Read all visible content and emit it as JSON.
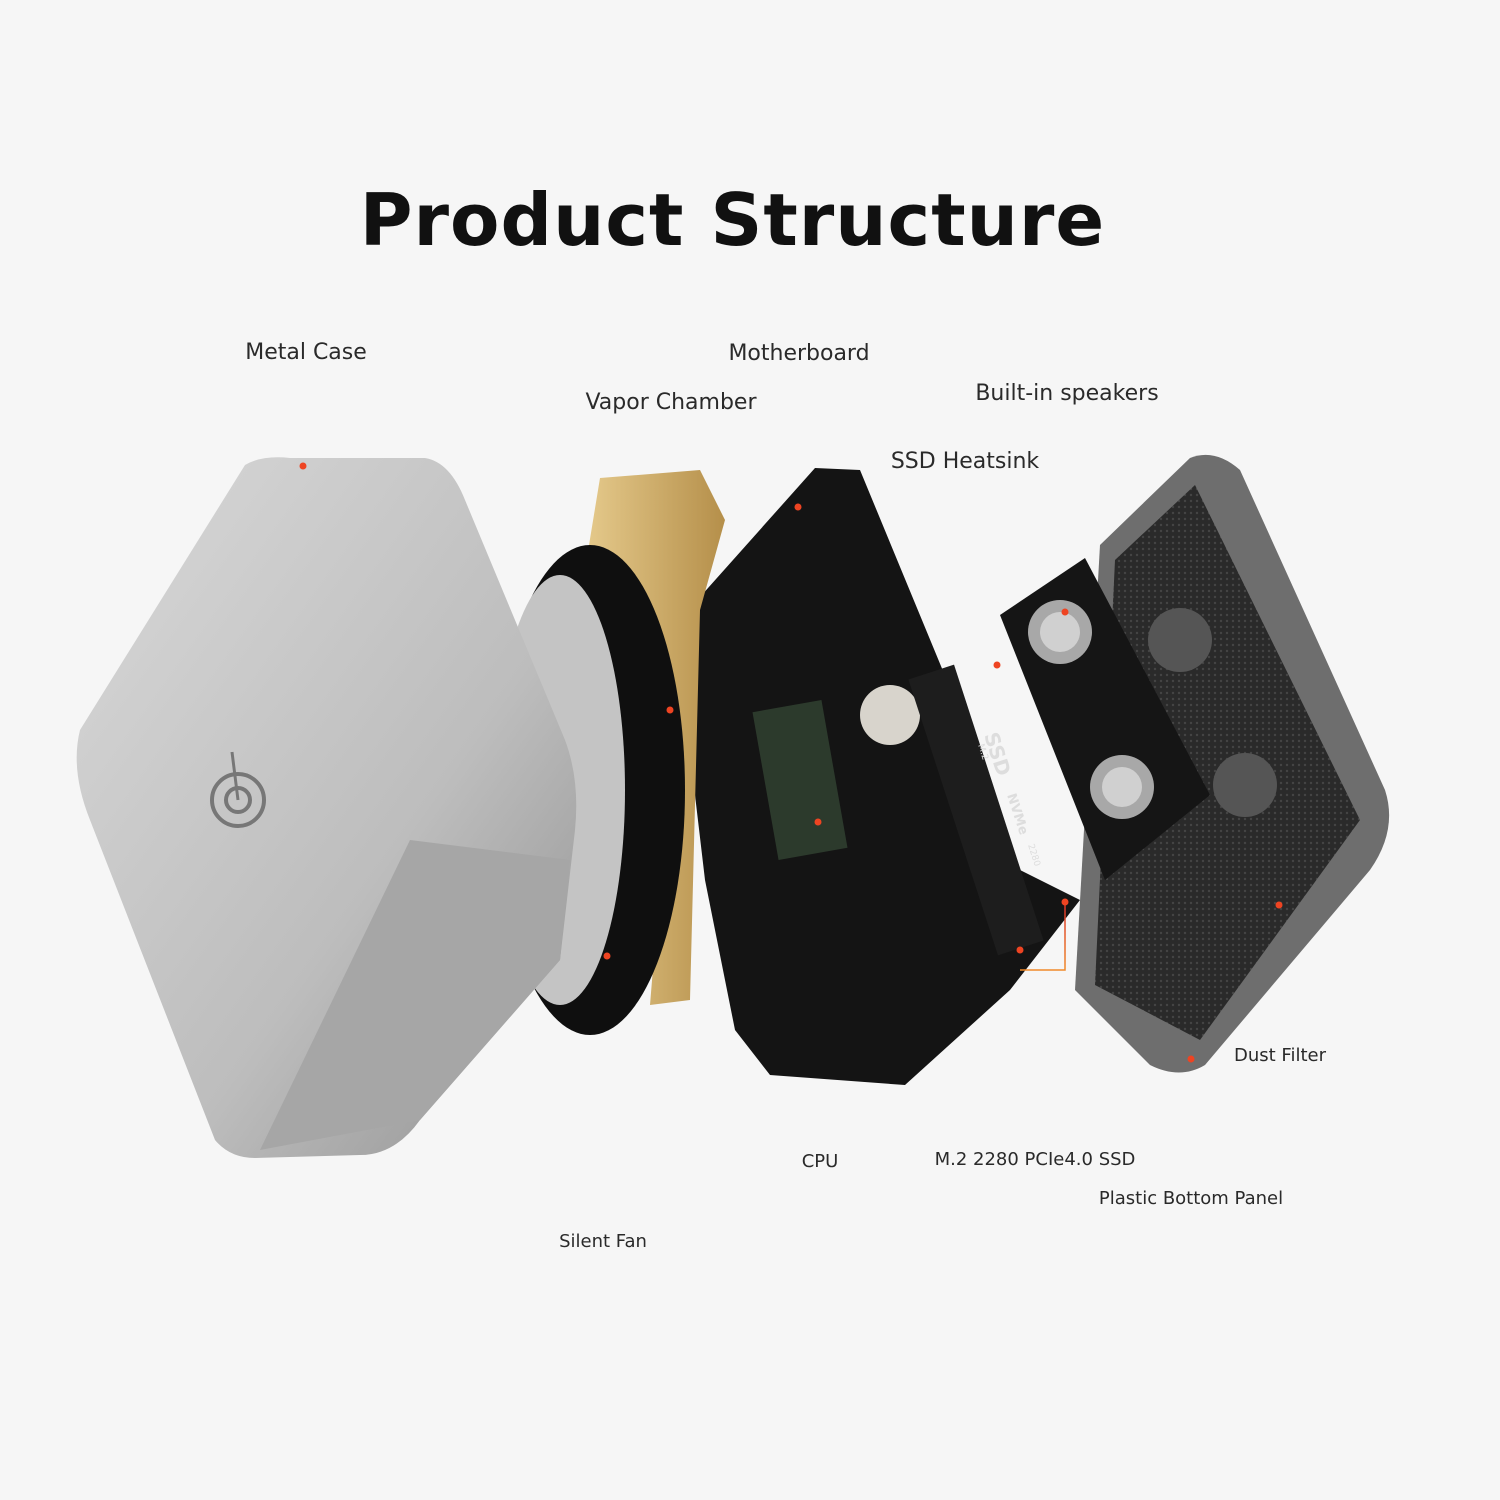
{
  "title": "Product Structure",
  "labels": {
    "metal_case": "Metal Case",
    "motherboard": "Motherboard",
    "vapor_chamber": "Vapor Chamber",
    "built_in_speakers": "Built-in speakers",
    "ssd_heatsink": "SSD Heatsink",
    "cpu": "CPU",
    "silent_fan": "Silent Fan",
    "m2_ssd": "M.2 2280 PCIe4.0 SSD",
    "dust_filter": "Dust Filter",
    "plastic_bottom_panel": "Plastic Bottom Panel"
  },
  "ssd_print": {
    "form": "M.2",
    "type": "SSD",
    "interface": "NVMe",
    "size": "2280"
  },
  "colors": {
    "background": "#f6f6f6",
    "leader_line": "#e8542a",
    "case": "#bdbdbd",
    "pcb": "#141414",
    "vapor_chamber": "#d4b26e"
  }
}
